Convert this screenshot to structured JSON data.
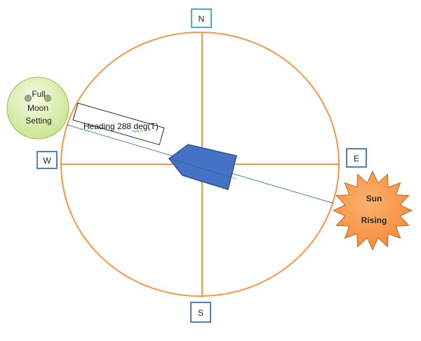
{
  "compass": {
    "north": "N",
    "east": "E",
    "south": "S",
    "west": "W"
  },
  "moon": {
    "line1": "Full",
    "line2": "Moon",
    "line3": "Setting"
  },
  "sun": {
    "line1": "Sun",
    "line2": "Rising"
  },
  "heading": {
    "label": "Heading 288 deg(T)"
  },
  "colors": {
    "circle": "#f79646",
    "direction_box_border": "#4f81bd",
    "north_box_border": "#4bacc6",
    "ship_fill": "#4472c4",
    "ship_stroke": "#2f528f",
    "heading_line": "#4f81bd",
    "moon_fill": "#d7ee9f",
    "moon_stroke": "#9bbb59",
    "sun_fill": "#f79646",
    "sun_stroke": "#b66d31"
  }
}
